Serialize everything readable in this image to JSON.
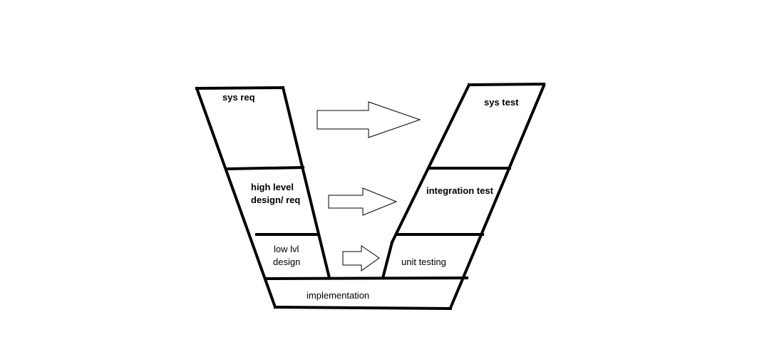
{
  "stages": {
    "sys_req": "sys req",
    "high_level_line1": "high level",
    "high_level_line2": "design/ req",
    "low_lvl_line1": "low lvl",
    "low_lvl_line2": "design",
    "implementation": "implementation",
    "unit_testing": "unit testing",
    "integration_test": "integration test",
    "sys_test": "sys test"
  },
  "colors": {
    "stroke": "#000000",
    "background": "#ffffff"
  }
}
